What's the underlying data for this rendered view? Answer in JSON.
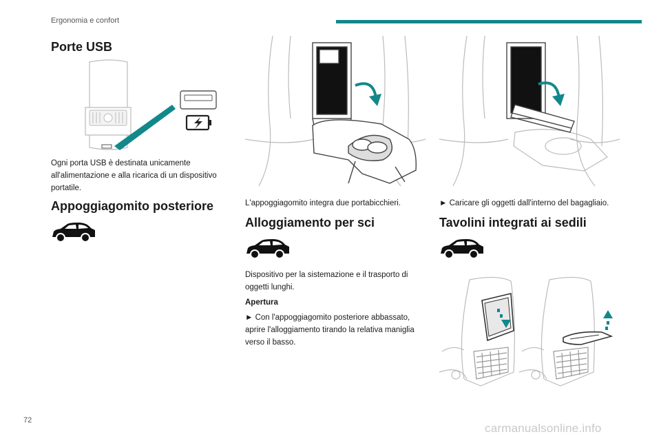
{
  "header": {
    "section": "Ergonomia e confort"
  },
  "footer": {
    "page_number": "72",
    "watermark": "carmanualsonline.info"
  },
  "col1": {
    "title_usb": "Porte USB",
    "usb_text": "Ogni porta USB è destinata unicamente all'alimentazione e alla ricarica di un dispositivo portatile.",
    "title_armrest": "Appoggiagomito posteriore"
  },
  "col2": {
    "armrest_caption": "L'appoggiagomito integra due portabicchieri.",
    "title_ski": "Alloggiamento per sci",
    "ski_text": "Dispositivo per la sistemazione e il trasporto di oggetti lunghi.",
    "opening_label": "Apertura",
    "opening_text": "► Con l'appoggiagomito posteriore abbassato, aprire l'alloggiamento tirando la relativa maniglia verso il basso."
  },
  "col3": {
    "load_caption": "► Caricare gli oggetti dall'interno del bagagliaio.",
    "title_tables": "Tavolini integrati ai sedili"
  },
  "colors": {
    "accent": "#12888a",
    "text": "#1a1a1a"
  }
}
